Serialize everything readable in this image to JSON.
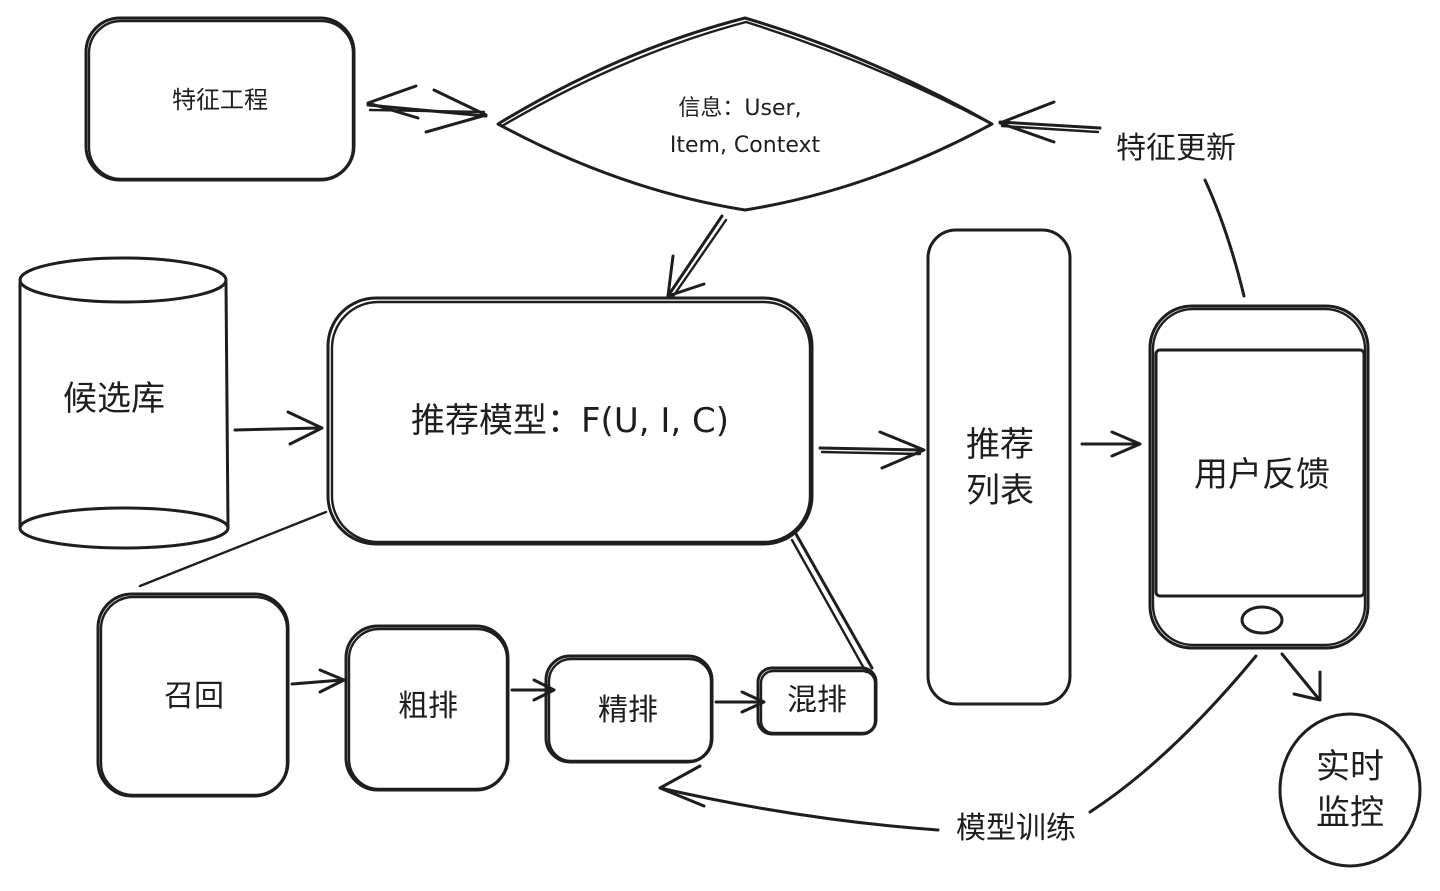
{
  "diagram": {
    "nodes": {
      "feature_eng": {
        "label": "特征工程"
      },
      "info": {
        "line1": "信息：User,",
        "line2": "Item, Context"
      },
      "candidates": {
        "label": "候选库"
      },
      "model": {
        "label": "推荐模型：F(U, I, C)"
      },
      "rec_list": {
        "line1": "推荐",
        "line2": "列表"
      },
      "feedback": {
        "label": "用户反馈"
      },
      "recall": {
        "label": "召回"
      },
      "coarse_rank": {
        "label": "粗排"
      },
      "fine_rank": {
        "label": "精排"
      },
      "mix_rank": {
        "label": "混排"
      },
      "monitor": {
        "line1": "实时",
        "line2": "监控"
      }
    },
    "edge_labels": {
      "feature_update": "特征更新",
      "model_training": "模型训练"
    }
  }
}
